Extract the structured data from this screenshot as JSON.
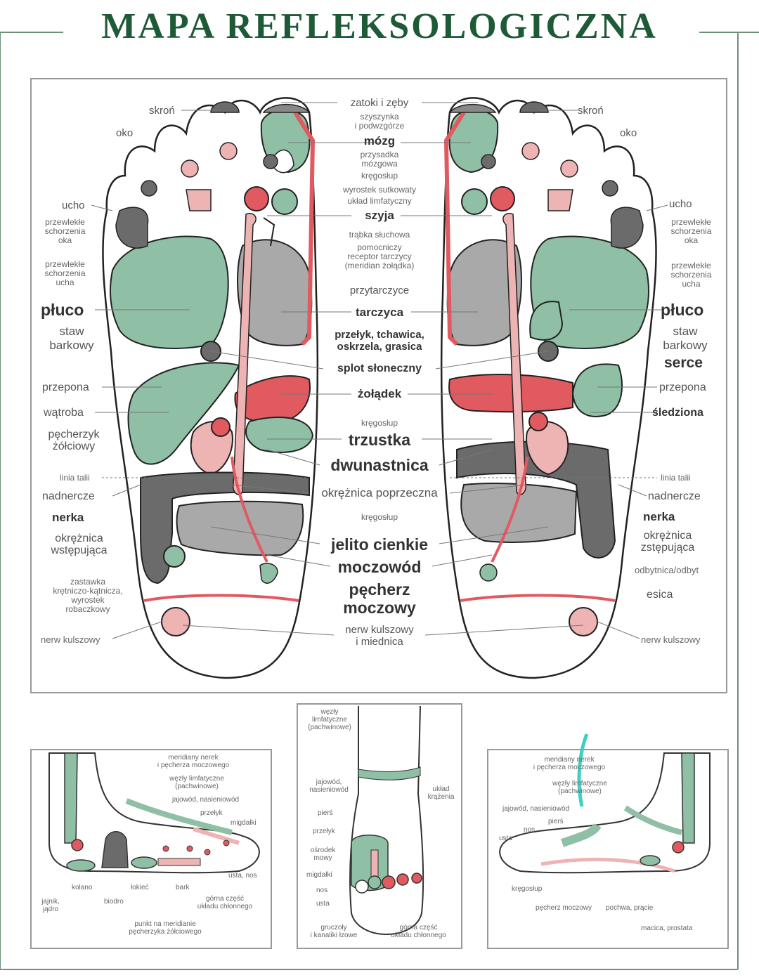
{
  "title": "MAPA REFLEKSOLOGICZNA",
  "colors": {
    "green": "#8fbfa4",
    "darkgray": "#6b6b6b",
    "gray": "#a9a9a9",
    "pink": "#eeb3b3",
    "red": "#e05a60",
    "title": "#1f5a37"
  },
  "center": {
    "zatoki": "zatoki i zęby",
    "szyszynka": "szyszynka\ni podwzgórze",
    "mozg": "mózg",
    "przysadka": "przysadka\nmózgowa",
    "kregoslup1": "kręgosłup",
    "wyrostek": "wyrostek sutkowaty",
    "uklad": "układ limfatyczny",
    "szyja": "szyja",
    "trabka": "trąbka słuchowa",
    "pomocniczy": "pomocniczy\nreceptor tarczycy\n(meridian żołądka)",
    "przytarczyce": "przytarczyce",
    "tarczyca": "tarczyca",
    "przelyk": "przełyk, tchawica,\noskrzela, grasica",
    "splot": "splot słoneczny",
    "zoladek": "żołądek",
    "kregoslup2": "kręgosłup",
    "trzustka": "trzustka",
    "dwunastnica": "dwunastnica",
    "okreznica_pop": "okrężnica poprzeczna",
    "kregoslup3": "kręgosłup",
    "jelito": "jelito cienkie",
    "moczowod": "moczowód",
    "pecherz": "pęcherz\nmoczowy",
    "nerw": "nerw kulszowy\ni miednica"
  },
  "left": {
    "skron": "skroń",
    "oko": "oko",
    "ucho": "ucho",
    "schorzenia_oka": "przewlekłe\nschorzenia\noka",
    "schorzenia_ucha": "przewlekłe\nschorzenia\nucha",
    "pluco": "płuco",
    "staw": "staw\nbarkowy",
    "przepona": "przepona",
    "watroba": "wątroba",
    "pecherzyk": "pęcherzyk\nżółciowy",
    "linia": "linia talii",
    "nadnercze": "nadnercze",
    "nerka": "nerka",
    "okreznica_wst": "okrężnica\nwstępująca",
    "zastawka": "zastawka\nkrętniczo-kątnicza,\nwyrostek\nrobaczkowy",
    "nerw": "nerw kulszowy"
  },
  "right": {
    "skron": "skroń",
    "oko": "oko",
    "ucho": "ucho",
    "schorzenia_oka": "przewlekłe\nschorzenia\noka",
    "schorzenia_ucha": "przewlekłe\nschorzenia\nucha",
    "pluco": "płuco",
    "staw": "staw\nbarkowy",
    "serce": "serce",
    "przepona": "przepona",
    "sledziona": "śledziona",
    "linia": "linia talii",
    "nadnercze": "nadnercze",
    "nerka": "nerka",
    "okreznica_zst": "okrężnica\nzstępująca",
    "odbytnica": "odbytnica/odbyt",
    "esica": "esica",
    "nerw": "nerw kulszowy"
  },
  "panel1": {
    "meridiany": "meridiany nerek\ni pęcherza moczowego",
    "wezly": "węzły limfatyczne\n(pachwinowe)",
    "jajowod": "jajowód, nasieniowód",
    "przelyk": "przełyk",
    "migdalki": "migdałki",
    "usta": "usta, nos",
    "kolano": "kolano",
    "lokiec": "łokieć",
    "bark": "bark",
    "jajnik": "jajnik,\njądro",
    "biodro": "biodro",
    "gorna": "górna część\nukładu chłonnego",
    "punkt": "punkt na meridianie\npęcherzyka żółciowego"
  },
  "panel2": {
    "wezly": "węzły\nlimfatyczne\n(pachwinowe)",
    "jajowod": "jajowód,\nnasieniowód",
    "uklad": "układ\nkrążenia",
    "piers": "pierś",
    "przelyk": "przełyk",
    "osrodek": "ośrodek\nmowy",
    "migdalki": "migdałki",
    "nos": "nos",
    "usta": "usta",
    "gruczoly": "gruczoły\ni kanaliki łzowe",
    "gorna": "górna część\nukładu chłonnego"
  },
  "panel3": {
    "meridiany": "meridiany nerek\ni pęcherza moczowego",
    "wezly": "węzły limfatyczne\n(pachwinowe)",
    "jajowod": "jajowód, nasieniowód",
    "piers": "pierś",
    "nos": "nos",
    "usta": "usta",
    "kregoslup": "kręgosłup",
    "pecherz": "pęcherz moczowy",
    "pochwa": "pochwa, prącie",
    "macica": "macica, prostata"
  }
}
